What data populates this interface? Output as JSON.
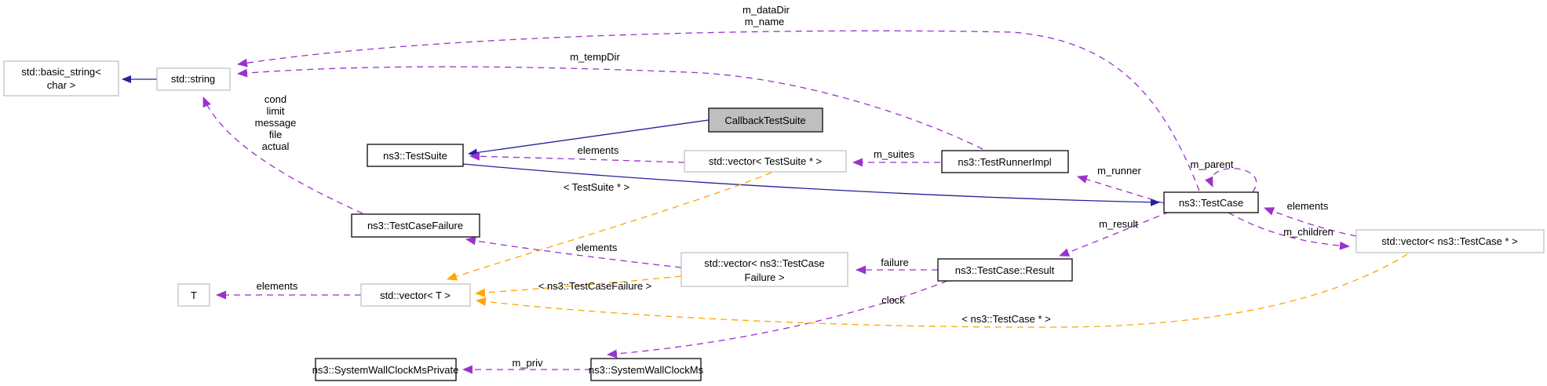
{
  "diagram": {
    "kind": "doxygen-collaboration-graph",
    "focus_class": "CallbackTestSuite",
    "colors": {
      "usage_edge": "#9a32cd",
      "template_edge": "#ffa500",
      "inheritance_edge": "#22229a",
      "node_fill": "#ffffff",
      "focus_node_fill": "#bfbfbf",
      "documented_border": "#1a1a1a",
      "external_border": "#bdbdbd"
    }
  },
  "nodes": {
    "basic_string": {
      "line1": "std::basic_string<",
      "line2": "char >"
    },
    "std_string": {
      "label": "std::string"
    },
    "test_suite": {
      "label": "ns3::TestSuite"
    },
    "callback_test_suite": {
      "label": "CallbackTestSuite"
    },
    "vector_test_suite": {
      "label": "std::vector< TestSuite * >"
    },
    "test_runner_impl": {
      "label": "ns3::TestRunnerImpl"
    },
    "test_case": {
      "label": "ns3::TestCase"
    },
    "vector_test_case": {
      "label": "std::vector< ns3::TestCase * >"
    },
    "test_case_failure": {
      "label": "ns3::TestCaseFailure"
    },
    "vector_test_case_failure": {
      "line1": "std::vector< ns3::TestCase",
      "line2": "Failure >"
    },
    "result": {
      "label": "ns3::TestCase::Result"
    },
    "t": {
      "label": "T"
    },
    "vector_t": {
      "label": "std::vector< T >"
    },
    "wall_clock_private": {
      "label": "ns3::SystemWallClockMsPrivate"
    },
    "wall_clock": {
      "label": "ns3::SystemWallClockMs"
    }
  },
  "edge_labels": {
    "m_dataDir": "m_dataDir",
    "m_name": "m_name",
    "m_tempDir": "m_tempDir",
    "cond": "cond",
    "limit": "limit",
    "message": "message",
    "file": "file",
    "actual": "actual",
    "elements_suites": "elements",
    "m_suites": "m_suites",
    "m_runner": "m_runner",
    "m_parent": "m_parent",
    "elements_cases": "elements",
    "m_children": "m_children",
    "m_result": "m_result",
    "failure": "failure",
    "elements_failures": "elements",
    "clock": "clock",
    "m_priv": "m_priv",
    "elements_t": "elements",
    "tmpl_testsuite": "< TestSuite * >",
    "tmpl_failure": "< ns3::TestCaseFailure >",
    "tmpl_testcase": "< ns3::TestCase * >"
  }
}
